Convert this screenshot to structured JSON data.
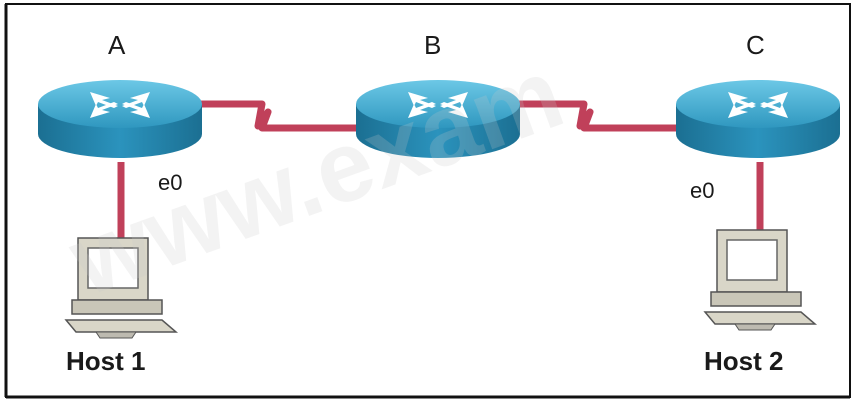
{
  "routers": [
    {
      "id": "router-a",
      "label": "A"
    },
    {
      "id": "router-b",
      "label": "B"
    },
    {
      "id": "router-c",
      "label": "C"
    }
  ],
  "interfaces": {
    "a_e0": "e0",
    "c_e0": "e0"
  },
  "hosts": [
    {
      "id": "host-1",
      "label": "Host 1"
    },
    {
      "id": "host-2",
      "label": "Host 2"
    }
  ],
  "watermark": "www.exam",
  "colors": {
    "link": "#c0405a",
    "router_top": "#3aa6c8",
    "router_side": "#1d7ea3",
    "frame": "#111111"
  }
}
